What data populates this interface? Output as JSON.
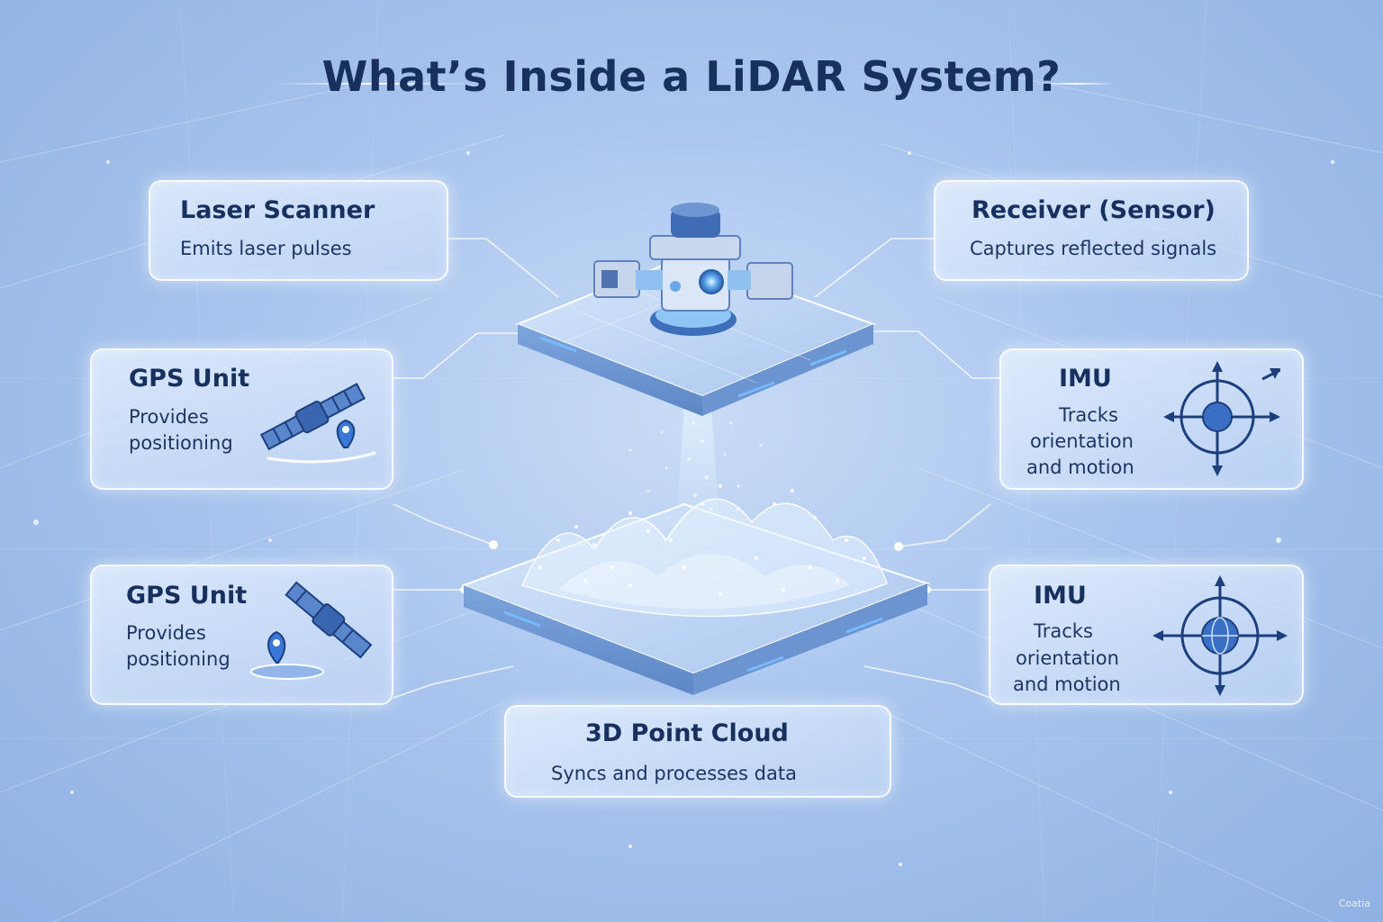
{
  "title": "What’s Inside a LiDAR System?",
  "cards": {
    "laser_scanner": {
      "title": "Laser Scanner",
      "desc": "Emits laser pulses"
    },
    "receiver": {
      "title": "Receiver (Sensor)",
      "desc": "Captures reflected signals"
    },
    "gps_top": {
      "title": "GPS Unit",
      "desc_line1": "Provides",
      "desc_line2": "positioning"
    },
    "imu_top": {
      "title": "IMU",
      "desc_line1": "Tracks",
      "desc_line2": "orientation",
      "desc_line3": "and motion"
    },
    "gps_bottom": {
      "title": "GPS Unit",
      "desc_line1": "Provides",
      "desc_line2": "positioning"
    },
    "imu_bottom": {
      "title": "IMU",
      "desc_line1": "Tracks",
      "desc_line2": "orientation",
      "desc_line3": "and motion"
    },
    "point_cloud": {
      "title": "3D Point Cloud",
      "desc": "Syncs and processes data"
    }
  },
  "icons": {
    "lidar_device": "lidar-scanner-device",
    "point_cloud_platform": "point-cloud-terrain",
    "satellite": "satellite-icon",
    "location_pin": "location-pin-icon",
    "orientation": "orientation-arrows-icon"
  },
  "colors": {
    "title": "#17305e",
    "accent": "#2f6fd0",
    "glow": "#e6f4ff"
  },
  "watermark": "Coatia"
}
